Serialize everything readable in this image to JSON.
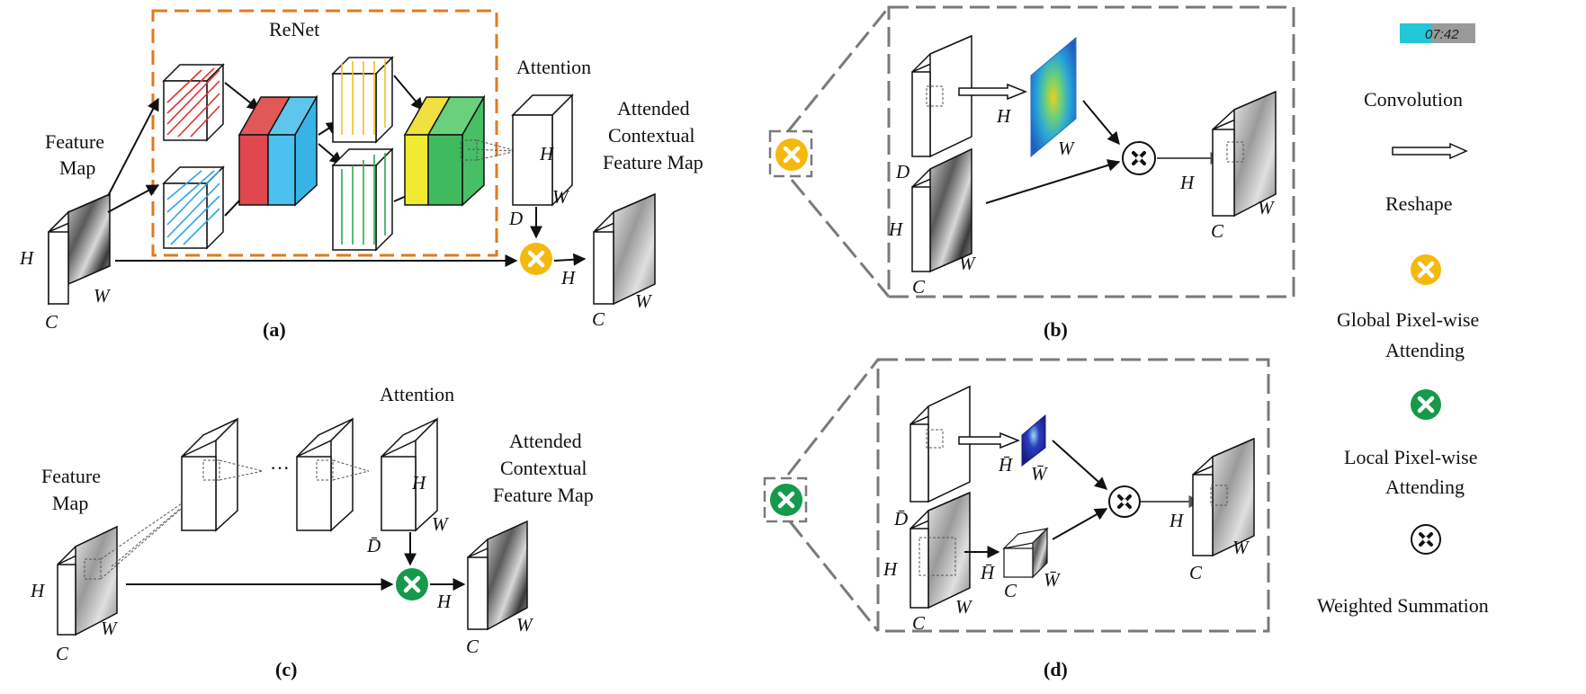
{
  "panel_a": {
    "caption": "(a)",
    "renet": "ReNet",
    "attention": "Attention",
    "feature_map": [
      "Feature",
      "Map"
    ],
    "attended": [
      "Attended",
      "Contextual",
      "Feature Map"
    ],
    "dims": {
      "H": "H",
      "W": "W",
      "C": "C",
      "D": "D"
    }
  },
  "panel_b": {
    "caption": "(b)",
    "dims": {
      "H": "H",
      "W": "W",
      "C": "C",
      "D": "D"
    }
  },
  "panel_c": {
    "caption": "(c)",
    "attention": "Attention",
    "feature_map": [
      "Feature",
      "Map"
    ],
    "attended": [
      "Attended",
      "Contextual",
      "Feature Map"
    ],
    "dots": "···",
    "dims": {
      "H": "H",
      "W": "W",
      "C": "C",
      "Dbar": "D̄"
    }
  },
  "panel_d": {
    "caption": "(d)",
    "dims": {
      "H": "H",
      "W": "W",
      "C": "C",
      "Dbar": "D̄",
      "Hbar": "H̄",
      "Wbar": "W̄"
    }
  },
  "legend": {
    "timer": "07:42",
    "convolution": "Convolution",
    "reshape": "Reshape",
    "global": [
      "Global Pixel-wise",
      "Attending"
    ],
    "local": [
      "Local Pixel-wise",
      "Attending"
    ],
    "weighted": "Weighted Summation"
  },
  "colors": {
    "global_op": "#F5B90E",
    "local_op": "#149A4A",
    "renet_box": "#E07A1E",
    "dashed_gray": "#7A7A7A"
  }
}
